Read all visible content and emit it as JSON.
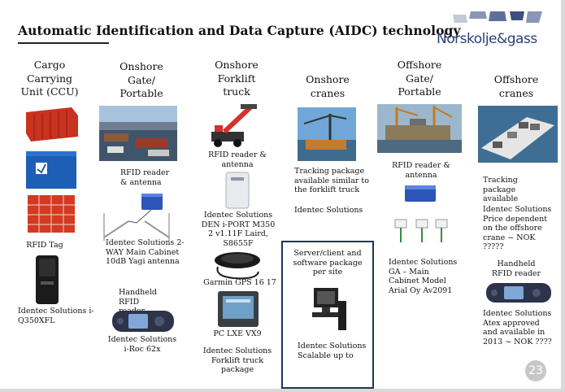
{
  "title": "Automatic Identification and Data Capture (AIDC) technology",
  "logo": {
    "text": "Norskolje&gass"
  },
  "columns": [
    {
      "header": "Cargo Carrying Unit (CCU)"
    },
    {
      "header": "Onshore Gate/ Portable"
    },
    {
      "header": "Onshore Forklift truck"
    },
    {
      "header": "Onshore cranes"
    },
    {
      "header": "Offshore Gate/ Portable"
    },
    {
      "header": "Offshore cranes"
    }
  ],
  "ccu": {
    "rfid_tag": "RFID Tag",
    "tag_model": "Identec Solutions i-Q350XFL"
  },
  "onshore_gate": {
    "reader": "RFID reader & antenna",
    "antenna_model": "Identec Solutions 2-WAY Main Cabinet 10dB Yagi antenna",
    "handheld": "Handheld RFID reader",
    "handheld_model": "Identec Solutions i-Roc 62x"
  },
  "forklift": {
    "reader": "RFID reader & antenna",
    "reader_model": "Identec Solutions DEN i-PORT M350 2 v1.11F Laird, S8655F",
    "gps": "Garmin GPS 16 17",
    "pc": "PC LXE VX9",
    "package": "Identec Solutions Forklift truck package"
  },
  "onshore_cranes": {
    "tracking": "Tracking package available similar to the forklift truck",
    "vendor": "Identec Solutions",
    "server": "Server/client and software package per site",
    "scalable": "Identec Solutions Scalable up to"
  },
  "offshore_gate": {
    "reader": "RFID reader & antenna",
    "model": "Identec Solutions GA – Main Cabinet Model Arial Oy Av2091"
  },
  "offshore_cranes": {
    "tracking": "Tracking package available",
    "price": "Identec Solutions Price dependent on the offshore crane ~ NOK ?????",
    "handheld": "Handheld RFID reader",
    "atex": "Identec Solutions Atex approved and available in 2013 ~ NOK ????"
  },
  "page_number": "23",
  "colors": {
    "accent": "#1f3557",
    "logo_blue": "#2a3f7a",
    "container_red": "#c8321e",
    "container_blue": "#1d5fb5"
  }
}
